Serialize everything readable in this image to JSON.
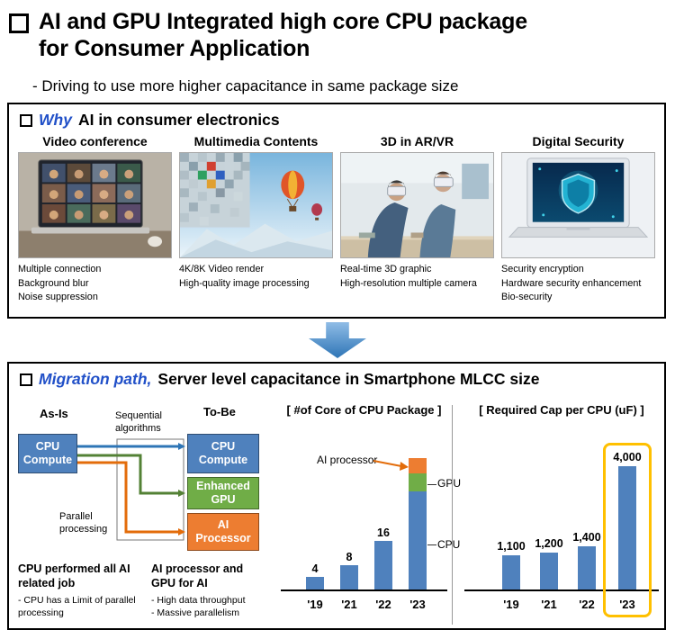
{
  "colors": {
    "accent_blue": "#2150C8",
    "bar_blue": "#4F81BD",
    "green": "#70AD47",
    "orange": "#ED7D31",
    "arrow_blue": "#2E75B6",
    "highlight": "#FFC000"
  },
  "header": {
    "title_line1": "AI and GPU Integrated high core CPU package",
    "title_line2": "for Consumer Application",
    "subtitle": "- Driving to use more higher capacitance in same package size"
  },
  "why_section": {
    "header_accent": "Why",
    "header_rest": "AI in consumer electronics",
    "columns": [
      {
        "title": "Video conference",
        "features": [
          "Multiple connection",
          "Background blur",
          "Noise suppression"
        ]
      },
      {
        "title": "Multimedia Contents",
        "features": [
          "4K/8K Video render",
          "High-quality image processing"
        ]
      },
      {
        "title": "3D in AR/VR",
        "features": [
          "Real-time 3D graphic",
          "High-resolution multiple camera"
        ]
      },
      {
        "title": "Digital Security",
        "features": [
          "Security encryption",
          "Hardware security enhancement",
          "Bio-security"
        ]
      }
    ]
  },
  "migration_section": {
    "header_accent": "Migration path,",
    "header_rest": "Server level capacitance in Smartphone MLCC size",
    "diagram": {
      "as_is_label": "As-Is",
      "to_be_label": "To-Be",
      "sequential_label": "Sequential algorithms",
      "parallel_label": "Parallel processing",
      "as_is_box": "CPU Compute",
      "to_be_boxes": [
        "CPU Compute",
        "Enhanced GPU",
        "AI Processor"
      ],
      "left_note_title": "CPU performed all AI related job",
      "left_note_sub": "- CPU has a Limit of parallel processing",
      "right_note_title": "AI processor and GPU for AI",
      "right_note_subs": [
        "- High data throughput",
        "- Massive parallelism"
      ]
    }
  },
  "chart_data": [
    {
      "type": "bar",
      "title": "[ #of Core of CPU Package ]",
      "categories": [
        "'19",
        "'21",
        "'22",
        "'23"
      ],
      "stacked": true,
      "series": [
        {
          "name": "CPU",
          "color_key": "bar_blue",
          "values": [
            4,
            8,
            16,
            32
          ]
        },
        {
          "name": "GPU",
          "color_key": "green",
          "values": [
            0,
            0,
            0,
            6
          ]
        },
        {
          "name": "AI processor",
          "color_key": "orange",
          "values": [
            0,
            0,
            0,
            5
          ]
        }
      ],
      "data_labels": [
        "4",
        "8",
        "16",
        ""
      ],
      "annotations": {
        "ai": "AI processor",
        "gpu": "GPU",
        "cpu": "CPU"
      },
      "ylim": [
        0,
        45
      ],
      "grid": false,
      "legend": "none"
    },
    {
      "type": "bar",
      "title": "[ Required Cap per CPU (uF) ]",
      "categories": [
        "'19",
        "'21",
        "'22",
        "'23"
      ],
      "values": [
        1100,
        1200,
        1400,
        4000
      ],
      "data_labels": [
        "1,100",
        "1,200",
        "1,400",
        "4,000"
      ],
      "highlight_category": "'23",
      "ylim": [
        0,
        4500
      ],
      "grid": false,
      "legend": "none"
    }
  ]
}
